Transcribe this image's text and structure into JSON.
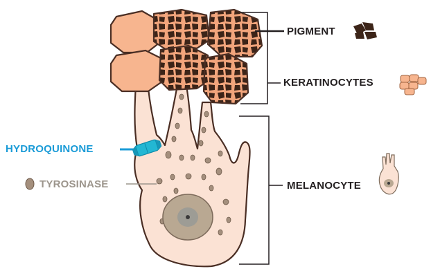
{
  "labels": {
    "pigment": "PIGMENT",
    "keratinocytes": "KERATINOCYTES",
    "melanocyte": "MELANOCYTE",
    "hydroquinone": "HYDROQUINONE",
    "tyrosinase": "TYROSINASE"
  },
  "colors": {
    "outline": "#4a2e24",
    "keratinocyte_fill": "#f7b58f",
    "melanocyte_fill": "#fbe2d4",
    "pigment_fill": "#3c2418",
    "granule_fill": "#a48f7d",
    "nucleus_fill": "#b9a892",
    "hydroquinone": "#1a9bd7",
    "tyrosinase_text": "#9c958c",
    "label_text": "#231f20"
  },
  "icons": [
    "pigment-cluster-icon",
    "keratinocytes-icon",
    "melanocyte-icon",
    "tyrosinase-dot-icon",
    "hydroquinone-capsule-icon"
  ]
}
